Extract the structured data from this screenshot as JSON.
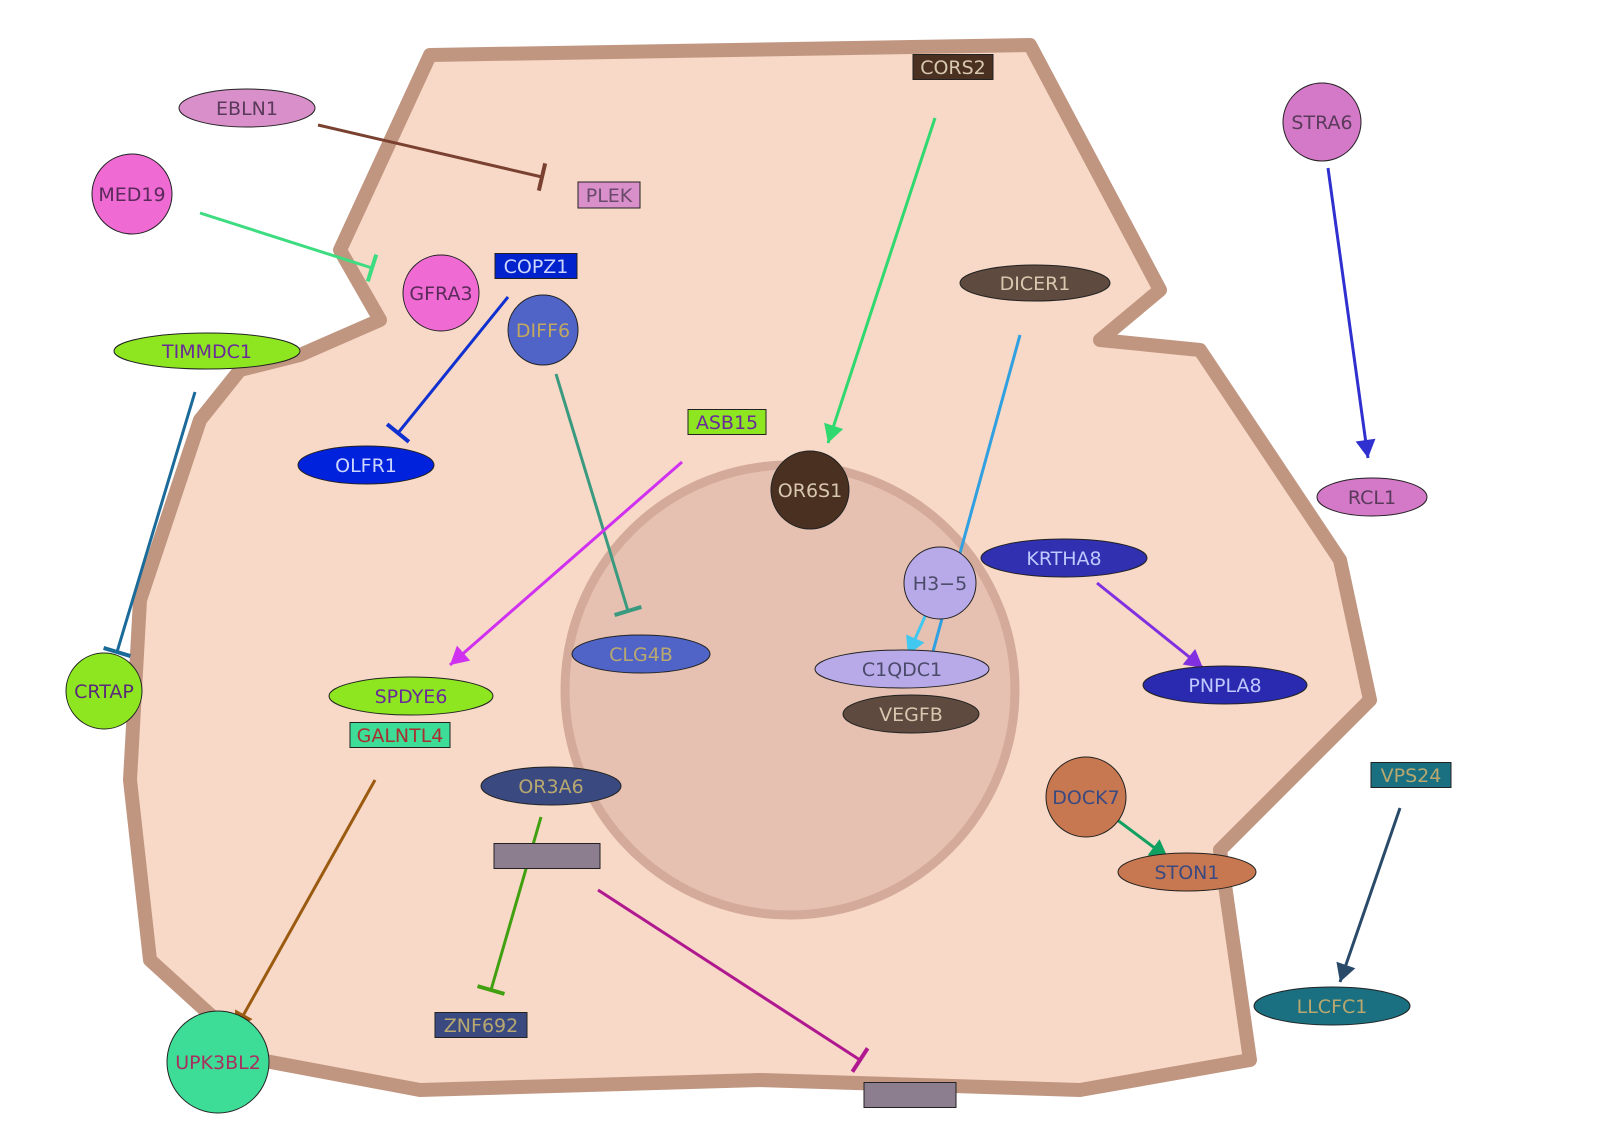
{
  "nodes": {
    "EBLN1": {
      "label": "EBLN1",
      "shape": "ellipse",
      "fill": "#d98fc9",
      "text": "#5a3a5a"
    },
    "PLEK": {
      "label": "PLEK",
      "shape": "rect",
      "fill": "#d98fc9",
      "text": "#6a4a6a"
    },
    "MED19": {
      "label": "MED19",
      "shape": "circle",
      "fill": "#ef6bd3",
      "text": "#5a2a5a"
    },
    "GFRA3": {
      "label": "GFRA3",
      "shape": "circle",
      "fill": "#ef6bd3",
      "text": "#5a2a5a"
    },
    "COPZ1": {
      "label": "COPZ1",
      "shape": "rect",
      "fill": "#0022cc",
      "text": "#ccd6ff"
    },
    "DIFF6": {
      "label": "DIFF6",
      "shape": "circle",
      "fill": "#5064c8",
      "text": "#c0a860"
    },
    "TIMMDC1": {
      "label": "TIMMDC1",
      "shape": "ellipse",
      "fill": "#8ee620",
      "text": "#6a2a9a"
    },
    "OLFR1": {
      "label": "OLFR1",
      "shape": "ellipse",
      "fill": "#0022dd",
      "text": "#ccd6ff"
    },
    "CORS2": {
      "label": "CORS2",
      "shape": "rect",
      "fill": "#4a3020",
      "text": "#d8c8b0"
    },
    "DICER1": {
      "label": "DICER1",
      "shape": "ellipse",
      "fill": "#5e4a3e",
      "text": "#d8c8b0"
    },
    "STRA6": {
      "label": "STRA6",
      "shape": "circle",
      "fill": "#d478c8",
      "text": "#5a3a5a"
    },
    "RCL1": {
      "label": "RCL1",
      "shape": "ellipse",
      "fill": "#d478c8",
      "text": "#5a3a5a"
    },
    "ASB15": {
      "label": "ASB15",
      "shape": "rect",
      "fill": "#8ee620",
      "text": "#6a2a9a"
    },
    "OR6S1": {
      "label": "OR6S1",
      "shape": "circle",
      "fill": "#4a3020",
      "text": "#d8c8b0"
    },
    "H3-5": {
      "label": "H3−5",
      "shape": "circle",
      "fill": "#b8aae8",
      "text": "#4a4a6a"
    },
    "KRTHA8": {
      "label": "KRTHA8",
      "shape": "ellipse",
      "fill": "#3030b0",
      "text": "#c0c8ff"
    },
    "CLG4B": {
      "label": "CLG4B",
      "shape": "ellipse",
      "fill": "#5064c8",
      "text": "#b8a870"
    },
    "C1QDC1": {
      "label": "C1QDC1",
      "shape": "ellipse",
      "fill": "#b8aae8",
      "text": "#4a4a6a"
    },
    "VEGFB": {
      "label": "VEGFB",
      "shape": "ellipse",
      "fill": "#5e4a3e",
      "text": "#d8c8b0"
    },
    "PNPLA8": {
      "label": "PNPLA8",
      "shape": "ellipse",
      "fill": "#2a2ab0",
      "text": "#c0c8ff"
    },
    "CRTAP": {
      "label": "CRTAP",
      "shape": "circle",
      "fill": "#8ee620",
      "text": "#5a2a7a"
    },
    "SPDYE6": {
      "label": "SPDYE6",
      "shape": "ellipse",
      "fill": "#8ee620",
      "text": "#6a2a9a"
    },
    "GALNTL4": {
      "label": "GALNTL4",
      "shape": "rect",
      "fill": "#3ddc97",
      "text": "#a83030"
    },
    "OR3A6": {
      "label": "OR3A6",
      "shape": "ellipse",
      "fill": "#3a4a80",
      "text": "#b8a870"
    },
    "DOCK7": {
      "label": "DOCK7",
      "shape": "circle",
      "fill": "#c87850",
      "text": "#3a4a80"
    },
    "STON1": {
      "label": "STON1",
      "shape": "ellipse",
      "fill": "#c87850",
      "text": "#3a4a80"
    },
    "VPS24": {
      "label": "VPS24",
      "shape": "rect",
      "fill": "#1a7080",
      "text": "#b8a870"
    },
    "LLCFC1": {
      "label": "LLCFC1",
      "shape": "ellipse",
      "fill": "#1a7080",
      "text": "#b8a870"
    },
    "UNK1": {
      "label": "",
      "shape": "rect",
      "fill": "#8c7e8e",
      "text": "#8c7e8e"
    },
    "ZNF692": {
      "label": "ZNF692",
      "shape": "rect",
      "fill": "#3a4a80",
      "text": "#b8a870"
    },
    "UPK3BL2": {
      "label": "UPK3BL2",
      "shape": "circle",
      "fill": "#3ddc97",
      "text": "#a83060"
    },
    "UNK2": {
      "label": "",
      "shape": "rect",
      "fill": "#8c7e8e",
      "text": "#8c7e8e"
    }
  },
  "edges": [
    {
      "from": "EBLN1",
      "to": "PLEK",
      "type": "inhibit",
      "color": "#7a4030"
    },
    {
      "from": "MED19",
      "to": "GFRA3",
      "type": "inhibit",
      "color": "#3ddc80"
    },
    {
      "from": "COPZ1",
      "to": "OLFR1",
      "type": "inhibit",
      "color": "#1030d0"
    },
    {
      "from": "TIMMDC1",
      "to": "CRTAP",
      "type": "inhibit",
      "color": "#1a6a9a"
    },
    {
      "from": "DIFF6",
      "to": "CLG4B",
      "type": "inhibit",
      "color": "#3a9a80"
    },
    {
      "from": "CORS2",
      "to": "OR6S1",
      "type": "activate",
      "color": "#30d870"
    },
    {
      "from": "DICER1",
      "to": "C1QDC1",
      "type": "line",
      "color": "#30a0e0"
    },
    {
      "from": "H3-5",
      "to": "C1QDC1",
      "type": "activate",
      "color": "#40c8f0"
    },
    {
      "from": "STRA6",
      "to": "RCL1",
      "type": "activate",
      "color": "#3030d0"
    },
    {
      "from": "ASB15",
      "to": "SPDYE6",
      "type": "activate",
      "color": "#d030f0"
    },
    {
      "from": "KRTHA8",
      "to": "PNPLA8",
      "type": "activate",
      "color": "#8030e0"
    },
    {
      "from": "GALNTL4",
      "to": "UPK3BL2",
      "type": "activate",
      "color": "#9a5a10"
    },
    {
      "from": "OR3A6",
      "to": "ZNF692",
      "type": "inhibit",
      "color": "#40a010"
    },
    {
      "from": "UNK1",
      "to": "UNK2",
      "type": "inhibit",
      "color": "#b01890"
    },
    {
      "from": "DOCK7",
      "to": "STON1",
      "type": "activate",
      "color": "#10a060"
    },
    {
      "from": "VPS24",
      "to": "LLCFC1",
      "type": "activate",
      "color": "#2a4a6a"
    }
  ],
  "colors": {
    "cell_fill": "#f8d8c6",
    "cell_stroke": "#c09680",
    "nucleus_fill": "#e6c0b0",
    "nucleus_stroke": "#d4aa9a"
  }
}
